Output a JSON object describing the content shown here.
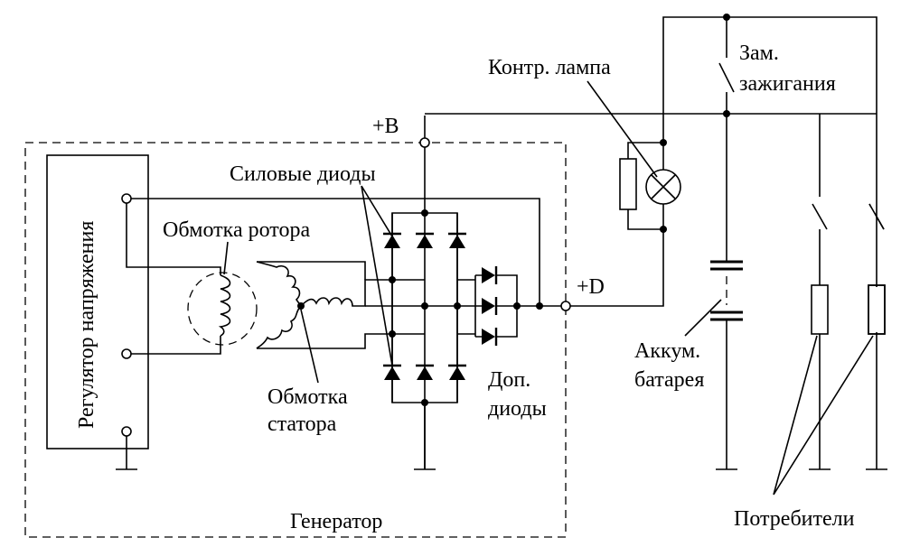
{
  "labels": {
    "regulator": "Регулятор напряжения",
    "rotor_winding": "Обмотка ротора",
    "stator_winding_line1": "Обмотка",
    "stator_winding_line2": "статора",
    "power_diodes": "Силовые диоды",
    "extra_diodes_line1": "Доп.",
    "extra_diodes_line2": "диоды",
    "terminal_b": "+B",
    "terminal_d": "+D",
    "control_lamp": "Контр. лампа",
    "ignition_line1": "Зам.",
    "ignition_line2": "зажигания",
    "battery_line1": "Аккум.",
    "battery_line2": "батарея",
    "consumers": "Потребители",
    "generator": "Генератор"
  },
  "colors": {
    "line": "#000000",
    "background": "#ffffff"
  }
}
